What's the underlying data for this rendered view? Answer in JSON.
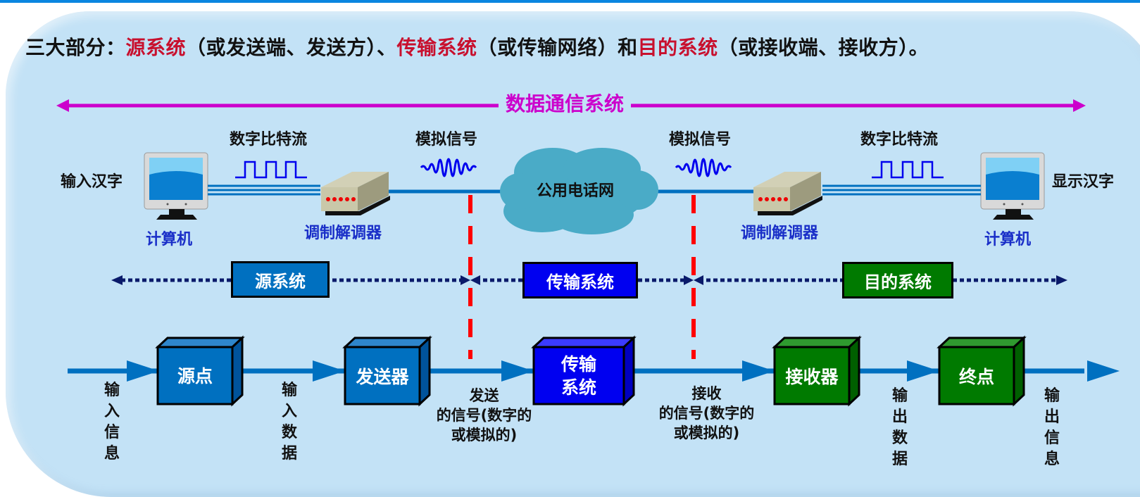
{
  "headline": {
    "prefix": "三大部分：",
    "part1": "源系统",
    "part1_note": "（或发送端、发送方）、",
    "part2": "传输系统",
    "part2_note": "（或传输网络）和",
    "part3": "目的系统",
    "part3_note": "（或接收端、接收方）。"
  },
  "colors": {
    "highlight_red": "#c8102e",
    "magenta": "#cc00cc",
    "source_blue": "#0070c0",
    "transmission_blue": "#0000f0",
    "destination_green": "#007a00",
    "line_blue": "#0070c0",
    "boundary_red": "#ff0000",
    "panel_bg": "#c3e2f6"
  },
  "span": {
    "label": "数据通信系统"
  },
  "top_row": {
    "input_text": "输入汉字",
    "output_text": "显示汉字",
    "computer_left": "计算机",
    "computer_right": "计算机",
    "modem_left": "调制解调器",
    "modem_right": "调制解调器",
    "digital_left": "数字比特流",
    "digital_right": "数字比特流",
    "analog_left": "模拟信号",
    "analog_right": "模拟信号",
    "network": "公用电话网"
  },
  "systems": [
    {
      "label": "源系统"
    },
    {
      "label": "传输系统"
    },
    {
      "label": "目的系统"
    }
  ],
  "blocks": [
    {
      "line1": "源点",
      "line2": ""
    },
    {
      "line1": "发送器",
      "line2": ""
    },
    {
      "line1": "传输",
      "line2": "系统"
    },
    {
      "line1": "接收器",
      "line2": ""
    },
    {
      "line1": "终点",
      "line2": ""
    }
  ],
  "flow_labels": {
    "input_info": "输入信息",
    "input_data": "输入数据",
    "send_signal": [
      "发送",
      "的信号(数字的",
      "或模拟的)"
    ],
    "recv_signal": [
      "接收",
      "的信号(数字的",
      "或模拟的)"
    ],
    "output_data": "输出数据",
    "output_info": "输出信息"
  }
}
